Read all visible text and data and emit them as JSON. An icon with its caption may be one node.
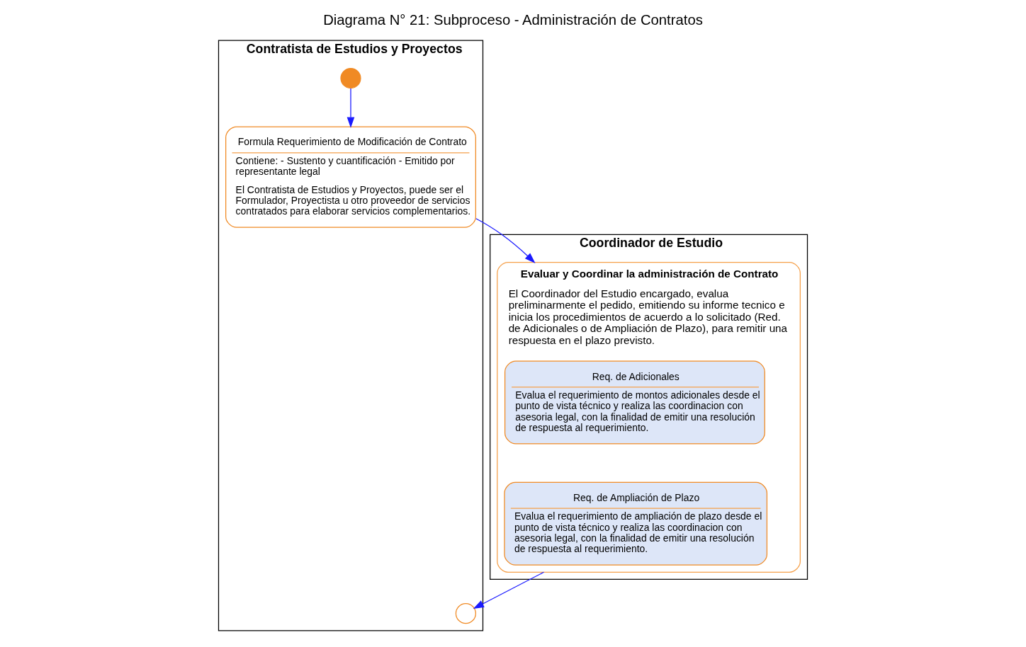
{
  "diagram": {
    "title": "Diagrama N° 21: Subproceso - Administración de Contratos",
    "nodes": [
      {
        "text": [
          "Contratista de Estudios y Proyectos"
        ]
      },
      {
        "text": [],
        "shape": "circle",
        "in": 0
      },
      {
        "text": [
          "Formula Requerimiento de Modificación de Contrato",
          "Contiene: - Sustento y cuantificación - Emitido por representante legal",
          "El Contratista de Estudios y Proyectos, puede ser el Formulador, Proyectista u otro proveedor de servicios contratados para elaborar servicios complementarios."
        ],
        "in": 0
      },
      {
        "text": [],
        "shape": "circle",
        "in": 0
      },
      {
        "text": [
          "Coordinador de Estudio"
        ]
      },
      {
        "text": [
          "Evaluar y Coordinar la administración de Contrato",
          "El Coordinador del Estudio encargado, evalua preliminarmente el pedido, emitiendo su informe tecnico e inicia los procedimientos de acuerdo a lo solicitado (Red. de Adicionales o de Ampliación de Plazo), para remitir una respuesta en el plazo previsto."
        ],
        "in": 4
      },
      {
        "text": [
          "Req. de Adicionales",
          "Evalua el requerimiento de montos adicionales desde el punto de vista técnico y realiza las coordinacion con asesoria legal, con la finalidad de emitir una resolución de respuesta al requerimiento."
        ],
        "in": 5
      },
      {
        "text": [
          "Req. de Ampliación de Plazo",
          "Evalua el requerimiento de ampliación de plazo desde el punto de vista técnico y realiza las coordinacion con asesoria legal, con la finalidad de emitir una resolución de respuesta al requerimiento."
        ],
        "in": 5
      }
    ],
    "edges": [
      {
        "from": 1,
        "to": 2,
        "arrow": "to"
      },
      {
        "from": 2,
        "to": 5,
        "arrow": "to"
      },
      {
        "from": 5,
        "to": 3,
        "arrow": "to"
      }
    ]
  }
}
